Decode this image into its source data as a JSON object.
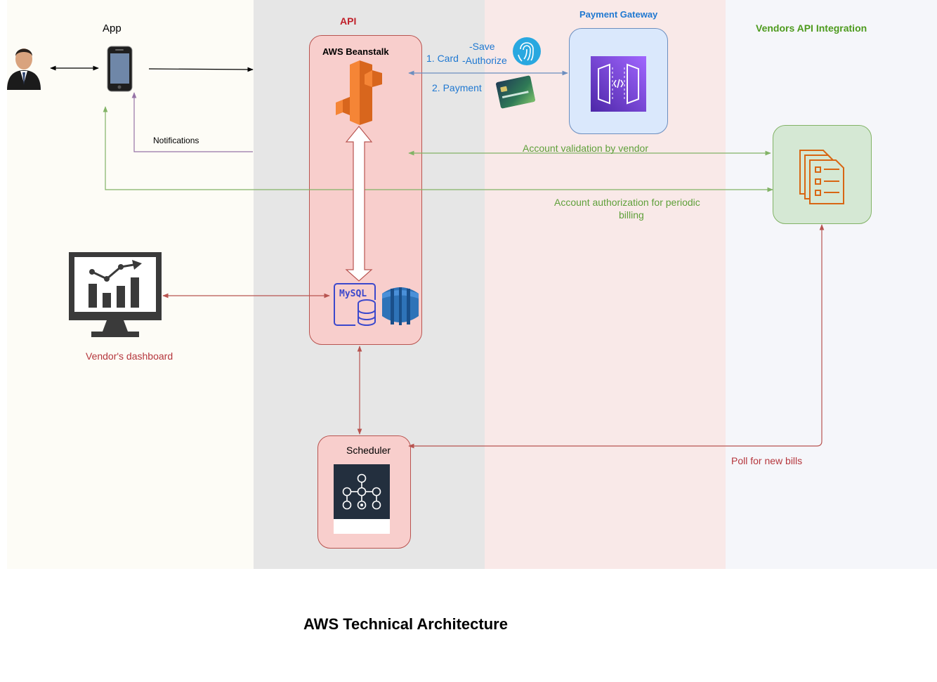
{
  "diagram": {
    "title": "AWS Technical Architecture",
    "zones": {
      "api": "API",
      "payment_gateway": "Payment Gateway",
      "vendors_api": "Vendors API Integration"
    },
    "nodes": {
      "app": "App",
      "beanstalk": "AWS Beanstalk",
      "mysql": "MySQL",
      "scheduler": "Scheduler",
      "vendor_dashboard": "Vendor's dashboard"
    },
    "edges": {
      "notifications": "Notifications",
      "card": "1. Card",
      "save": "-Save",
      "authorize": "-Authorize",
      "payment": "2. Payment",
      "account_validation": "Account validation by vendor",
      "account_authorization_line1": "Account authorization for periodic",
      "account_authorization_line2": "billing",
      "poll_bills": "Poll for new bills"
    },
    "colors": {
      "blue": "#1f78d1",
      "green": "#5fa03a",
      "red": "#b5363c",
      "purple": "#8e6fb0",
      "orange": "#e8761e"
    }
  }
}
